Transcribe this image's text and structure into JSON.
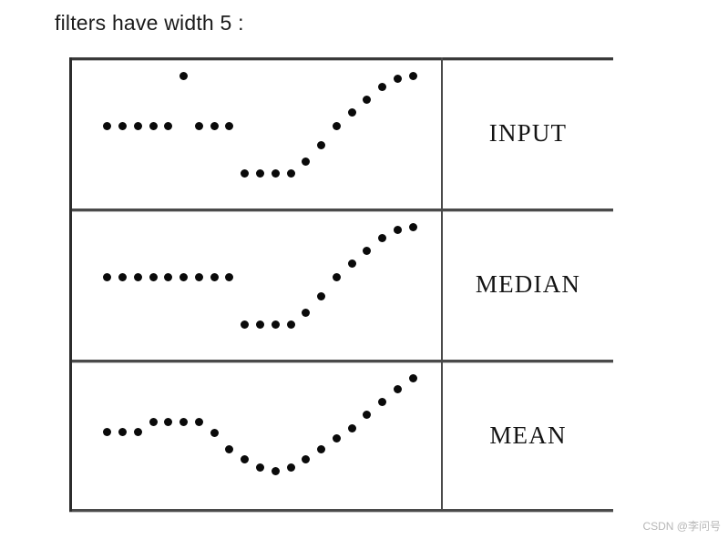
{
  "caption": "filters have width 5 :",
  "watermark": "CSDN @李问号",
  "colors": {
    "dot": "#0a0a0a",
    "border": "#3a3a3a",
    "text": "#141414",
    "caption": "#1b1b1b",
    "watermark": "#b6b6b6",
    "background": "#ffffff"
  },
  "figure": {
    "rows": [
      {
        "label": "INPUT"
      },
      {
        "label": "MEDIAN"
      },
      {
        "label": "MEAN"
      }
    ]
  },
  "chart_data": [
    {
      "type": "scatter",
      "title": "INPUT",
      "xlabel": "",
      "ylabel": "",
      "xlim": [
        0,
        22
      ],
      "ylim": [
        0,
        1
      ],
      "grid": false,
      "legend": null,
      "x": [
        1,
        2,
        3,
        4,
        5,
        6,
        7,
        8,
        9,
        10,
        11,
        12,
        13,
        14,
        15,
        16,
        17,
        18,
        19,
        20,
        21
      ],
      "values": [
        0.56,
        0.56,
        0.56,
        0.56,
        0.56,
        0.97,
        0.56,
        0.56,
        0.56,
        0.16,
        0.16,
        0.16,
        0.16,
        0.26,
        0.4,
        0.56,
        0.67,
        0.78,
        0.88,
        0.95,
        0.97
      ],
      "annotations": [
        "single-sample spike at index 6",
        "step down to low plateau",
        "monotonic ramp up at the right"
      ]
    },
    {
      "type": "scatter",
      "title": "MEDIAN",
      "xlabel": "",
      "ylabel": "",
      "xlim": [
        0,
        22
      ],
      "ylim": [
        0,
        1
      ],
      "grid": false,
      "legend": null,
      "x": [
        1,
        2,
        3,
        4,
        5,
        6,
        7,
        8,
        9,
        10,
        11,
        12,
        13,
        14,
        15,
        16,
        17,
        18,
        19,
        20,
        21
      ],
      "values": [
        0.56,
        0.56,
        0.56,
        0.56,
        0.56,
        0.56,
        0.56,
        0.56,
        0.56,
        0.16,
        0.16,
        0.16,
        0.16,
        0.26,
        0.4,
        0.56,
        0.67,
        0.78,
        0.88,
        0.95,
        0.97
      ],
      "annotations": [
        "spike removed by median filter",
        "step edge preserved sharply"
      ]
    },
    {
      "type": "scatter",
      "title": "MEAN",
      "xlabel": "",
      "ylabel": "",
      "xlim": [
        0,
        22
      ],
      "ylim": [
        0,
        1
      ],
      "grid": false,
      "legend": null,
      "x": [
        1,
        2,
        3,
        4,
        5,
        6,
        7,
        8,
        9,
        10,
        11,
        12,
        13,
        14,
        15,
        16,
        17,
        18,
        19,
        20,
        21
      ],
      "values": [
        0.53,
        0.53,
        0.53,
        0.61,
        0.61,
        0.61,
        0.61,
        0.52,
        0.38,
        0.3,
        0.23,
        0.2,
        0.23,
        0.3,
        0.38,
        0.47,
        0.56,
        0.67,
        0.78,
        0.88,
        0.97
      ],
      "annotations": [
        "spike smeared into a bump over 5 samples",
        "step edge blurred into a gradual ramp",
        "overshoot dip before the rise"
      ]
    }
  ]
}
